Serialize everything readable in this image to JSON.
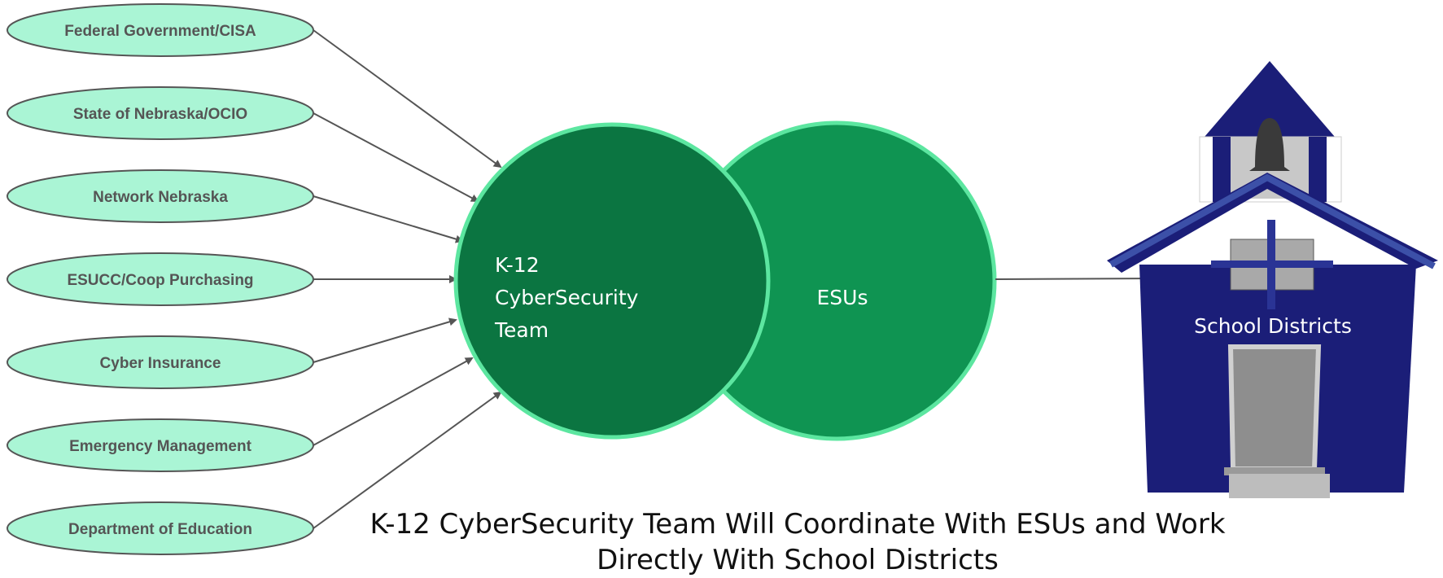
{
  "sources": [
    {
      "label": "Federal Government/CISA"
    },
    {
      "label": "State of Nebraska/OCIO"
    },
    {
      "label": "Network Nebraska"
    },
    {
      "label": "ESUCC/Coop Purchasing"
    },
    {
      "label": "Cyber Insurance"
    },
    {
      "label": "Emergency Management"
    },
    {
      "label": "Department of Education"
    }
  ],
  "team_circle": {
    "lines": [
      "K-12",
      "CyberSecurity",
      "Team"
    ]
  },
  "esu_circle": {
    "label": "ESUs"
  },
  "school": {
    "label": "School Districts"
  },
  "caption": "K-12 CyberSecurity Team Will Coordinate With ESUs and Work Directly With School Districts",
  "colors": {
    "pill_fill": "#aaf5d5",
    "pill_stroke": "#555555",
    "team_fill": "#0b7541",
    "esu_fill": "#0f9452",
    "circle_stroke": "#5ce6a0",
    "school_blue": "#1b1e78",
    "arrow": "#555555"
  }
}
